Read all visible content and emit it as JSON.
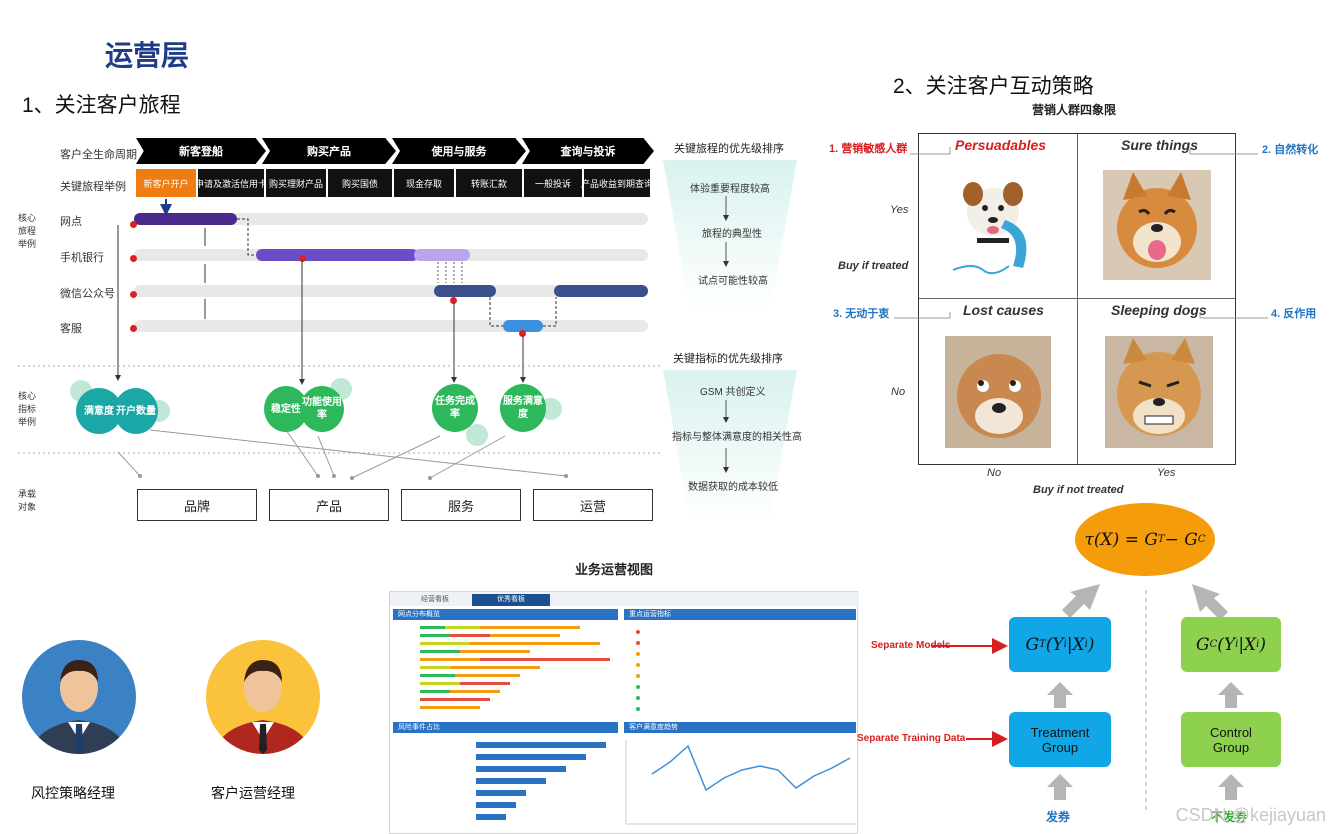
{
  "page": {
    "title": "运营层",
    "section1": "1、关注客户旅程",
    "section2": "2、关注客户互动策略",
    "watermark": "CSDN @kejiayuan"
  },
  "journey": {
    "row_labels": {
      "lifecycle": "客户全生命周期",
      "journey": "关键旅程举例"
    },
    "stages": [
      "新客登船",
      "购买产品",
      "使用与服务",
      "查询与投诉"
    ],
    "steps": [
      "新客户开户",
      "申请及激活信用卡",
      "购买理财产品",
      "购买国债",
      "现金存取",
      "转账汇款",
      "一般投诉",
      "产品收益到期查询"
    ],
    "channel_group": "核心旅程举例",
    "channels": [
      "网点",
      "手机银行",
      "微信公众号",
      "客服"
    ],
    "metric_group": "核心指标举例",
    "metrics": [
      "满意度",
      "开户数量",
      "稳定性",
      "功能使用率",
      "任务完成率",
      "服务满意度"
    ],
    "carrier_group": "承载对象",
    "carriers": [
      "品牌",
      "产品",
      "服务",
      "运营"
    ]
  },
  "funnel1": {
    "title": "关键旅程的优先级排序",
    "items": [
      "体验重要程度较高",
      "旅程的典型性",
      "试点可能性较高"
    ]
  },
  "funnel2": {
    "title": "关键指标的优先级排序",
    "items": [
      "GSM 共创定义",
      "指标与整体满意度的相关性高",
      "数据获取的成本较低"
    ]
  },
  "dashboard": {
    "title": "业务运营视图",
    "tabs": [
      "经营看板",
      "优秀看板"
    ],
    "panels": [
      "网点分布概览",
      "重点运营指标",
      "风险事件占比",
      "客户满意度趋势"
    ]
  },
  "people": [
    "风控策略经理",
    "客户运营经理"
  ],
  "quadrant": {
    "title": "营销人群四象限",
    "cells": [
      "Persuadables",
      "Sure things",
      "Lost causes",
      "Sleeping dogs"
    ],
    "labels": [
      "1. 营销敏感人群",
      "2. 自然转化",
      "3. 无动于衷",
      "4. 反作用"
    ],
    "y_values": [
      "Yes",
      "No"
    ],
    "y_axis": "Buy if treated",
    "x_values": [
      "No",
      "Yes"
    ],
    "x_axis": "Buy if not treated"
  },
  "uplift": {
    "formula_lhs": "τ(X) = G",
    "formula_sup1": "T",
    "formula_mid": " − G",
    "formula_sup2": "C",
    "model_t": "G",
    "model_t_sup": "T",
    "model_t_args": "(Y",
    "model_t_sub": "i",
    "model_t_rest": "|X",
    "model_t_sub2": "i",
    "model_t_end": ")",
    "model_c": "G",
    "model_c_sup": "C",
    "model_c_args": "(Y",
    "model_c_sub": "i",
    "model_c_rest": "|X",
    "model_c_sub2": "i",
    "model_c_end": ")",
    "treatment": [
      "Treatment",
      "Group"
    ],
    "control": [
      "Control",
      "Group"
    ],
    "label_models": "Separate Models",
    "label_data": "Separate Training Data",
    "action_t": "发券",
    "action_c": "不发券"
  },
  "colors": {
    "brand": "#1f3c88",
    "orange": "#ef7d12",
    "teal": "#1aa7a6",
    "green": "#2eb85c",
    "blue_node": "#11a6e6",
    "green_node": "#8ed14f",
    "formula": "#f59c0b",
    "red": "#d81e1e"
  }
}
